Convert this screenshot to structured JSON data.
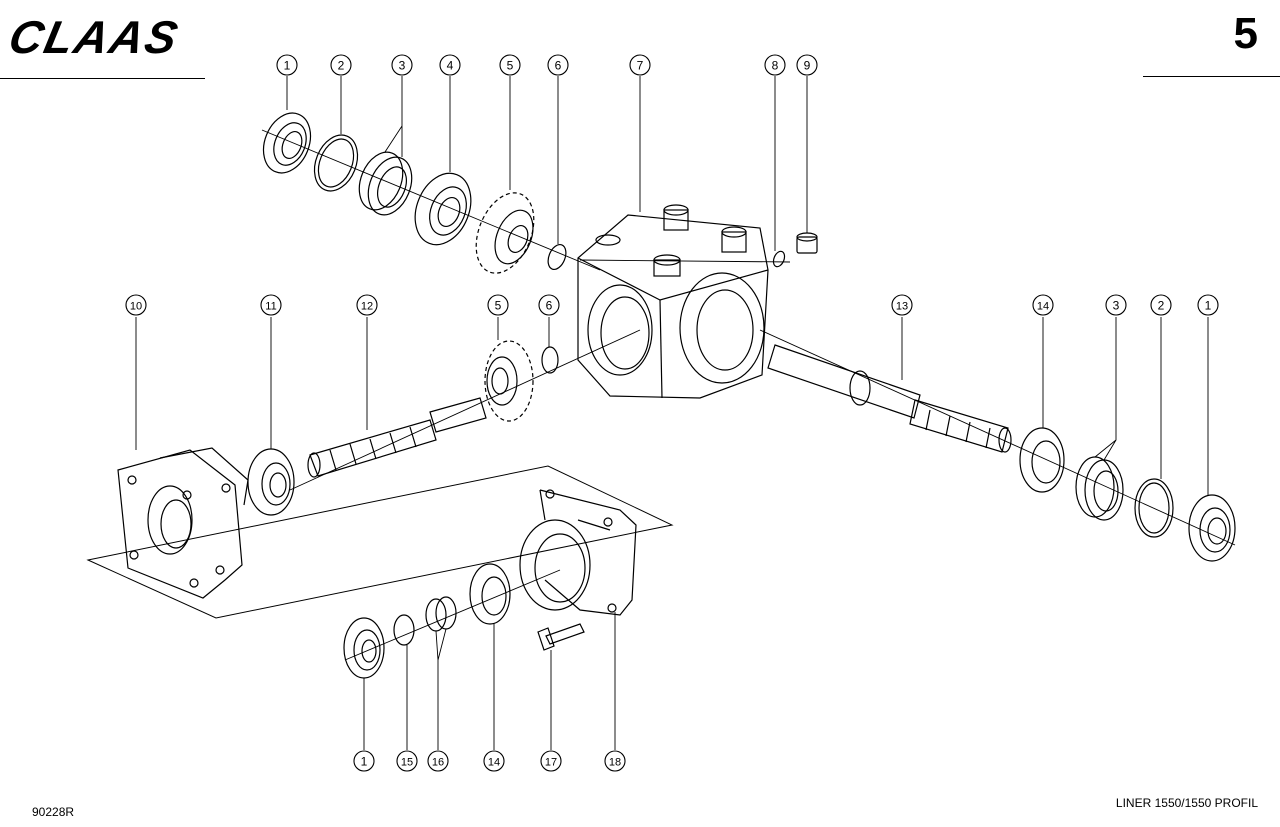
{
  "header": {
    "brand": "CLAAS",
    "page_number": "5"
  },
  "footer": {
    "drawing_code": "90228R",
    "model": "LINER 1550/1550 PROFIL"
  },
  "callouts": [
    {
      "label": "1"
    },
    {
      "label": "2"
    },
    {
      "label": "3"
    },
    {
      "label": "4"
    },
    {
      "label": "5"
    },
    {
      "label": "6"
    },
    {
      "label": "7"
    },
    {
      "label": "8"
    },
    {
      "label": "9"
    },
    {
      "label": "10"
    },
    {
      "label": "11"
    },
    {
      "label": "12"
    },
    {
      "label": "5"
    },
    {
      "label": "6"
    },
    {
      "label": "13"
    },
    {
      "label": "14"
    },
    {
      "label": "3"
    },
    {
      "label": "2"
    },
    {
      "label": "1"
    },
    {
      "label": "1"
    },
    {
      "label": "15"
    },
    {
      "label": "16"
    },
    {
      "label": "14"
    },
    {
      "label": "17"
    },
    {
      "label": "18"
    }
  ]
}
